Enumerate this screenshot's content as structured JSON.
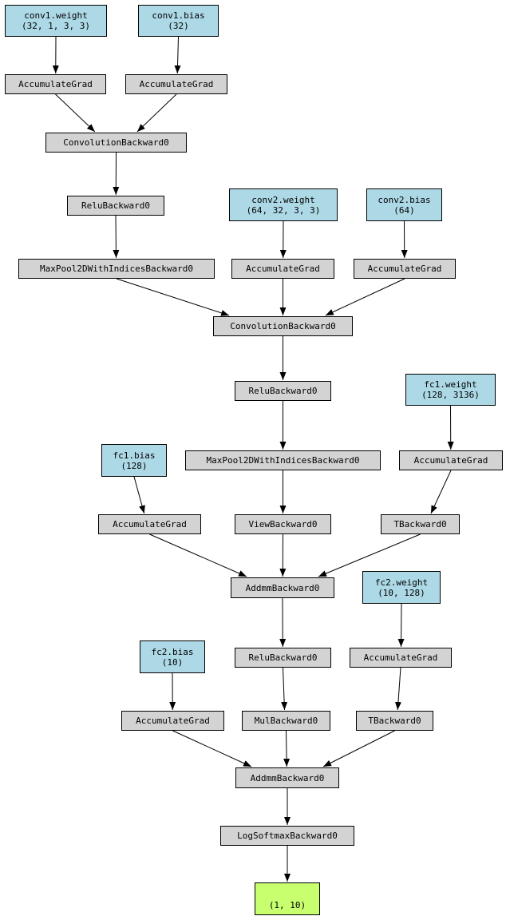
{
  "nodes": {
    "conv1_weight": {
      "name": "conv1.weight",
      "shape": "(32, 1, 3, 3)"
    },
    "conv1_bias": {
      "name": "conv1.bias",
      "shape": "(32)"
    },
    "acc_conv1_weight": {
      "label": "AccumulateGrad"
    },
    "acc_conv1_bias": {
      "label": "AccumulateGrad"
    },
    "conv_backward_1": {
      "label": "ConvolutionBackward0"
    },
    "relu_backward_1": {
      "label": "ReluBackward0"
    },
    "conv2_weight": {
      "name": "conv2.weight",
      "shape": "(64, 32, 3, 3)"
    },
    "conv2_bias": {
      "name": "conv2.bias",
      "shape": "(64)"
    },
    "maxpool_backward_1": {
      "label": "MaxPool2DWithIndicesBackward0"
    },
    "acc_conv2_weight": {
      "label": "AccumulateGrad"
    },
    "acc_conv2_bias": {
      "label": "AccumulateGrad"
    },
    "conv_backward_2": {
      "label": "ConvolutionBackward0"
    },
    "relu_backward_2": {
      "label": "ReluBackward0"
    },
    "fc1_weight": {
      "name": "fc1.weight",
      "shape": "(128, 3136)"
    },
    "maxpool_backward_2": {
      "label": "MaxPool2DWithIndicesBackward0"
    },
    "fc1_bias": {
      "name": "fc1.bias",
      "shape": "(128)"
    },
    "acc_fc1_weight": {
      "label": "AccumulateGrad"
    },
    "acc_fc1_bias": {
      "label": "AccumulateGrad"
    },
    "view_backward": {
      "label": "ViewBackward0"
    },
    "t_backward_1": {
      "label": "TBackward0"
    },
    "addmm_backward_1": {
      "label": "AddmmBackward0"
    },
    "fc2_weight": {
      "name": "fc2.weight",
      "shape": "(10, 128)"
    },
    "relu_backward_3": {
      "label": "ReluBackward0"
    },
    "acc_fc2_weight": {
      "label": "AccumulateGrad"
    },
    "fc2_bias": {
      "name": "fc2.bias",
      "shape": "(10)"
    },
    "acc_fc2_bias": {
      "label": "AccumulateGrad"
    },
    "mul_backward": {
      "label": "MulBackward0"
    },
    "t_backward_2": {
      "label": "TBackward0"
    },
    "addmm_backward_2": {
      "label": "AddmmBackward0"
    },
    "logsoftmax_backward": {
      "label": "LogSoftmaxBackward0"
    },
    "output": {
      "shape": "(1, 10)"
    }
  },
  "edges": [
    [
      "conv1_weight",
      "acc_conv1_weight"
    ],
    [
      "conv1_bias",
      "acc_conv1_bias"
    ],
    [
      "acc_conv1_weight",
      "conv_backward_1"
    ],
    [
      "acc_conv1_bias",
      "conv_backward_1"
    ],
    [
      "conv_backward_1",
      "relu_backward_1"
    ],
    [
      "relu_backward_1",
      "maxpool_backward_1"
    ],
    [
      "conv2_weight",
      "acc_conv2_weight"
    ],
    [
      "conv2_bias",
      "acc_conv2_bias"
    ],
    [
      "maxpool_backward_1",
      "conv_backward_2"
    ],
    [
      "acc_conv2_weight",
      "conv_backward_2"
    ],
    [
      "acc_conv2_bias",
      "conv_backward_2"
    ],
    [
      "conv_backward_2",
      "relu_backward_2"
    ],
    [
      "relu_backward_2",
      "maxpool_backward_2"
    ],
    [
      "fc1_weight",
      "acc_fc1_weight"
    ],
    [
      "fc1_bias",
      "acc_fc1_bias"
    ],
    [
      "maxpool_backward_2",
      "view_backward"
    ],
    [
      "acc_fc1_weight",
      "t_backward_1"
    ],
    [
      "acc_fc1_bias",
      "addmm_backward_1"
    ],
    [
      "view_backward",
      "addmm_backward_1"
    ],
    [
      "t_backward_1",
      "addmm_backward_1"
    ],
    [
      "addmm_backward_1",
      "relu_backward_3"
    ],
    [
      "fc2_weight",
      "acc_fc2_weight"
    ],
    [
      "fc2_bias",
      "acc_fc2_bias"
    ],
    [
      "relu_backward_3",
      "mul_backward"
    ],
    [
      "acc_fc2_weight",
      "t_backward_2"
    ],
    [
      "acc_fc2_bias",
      "addmm_backward_2"
    ],
    [
      "mul_backward",
      "addmm_backward_2"
    ],
    [
      "t_backward_2",
      "addmm_backward_2"
    ],
    [
      "addmm_backward_2",
      "logsoftmax_backward"
    ],
    [
      "logsoftmax_backward",
      "output"
    ]
  ]
}
